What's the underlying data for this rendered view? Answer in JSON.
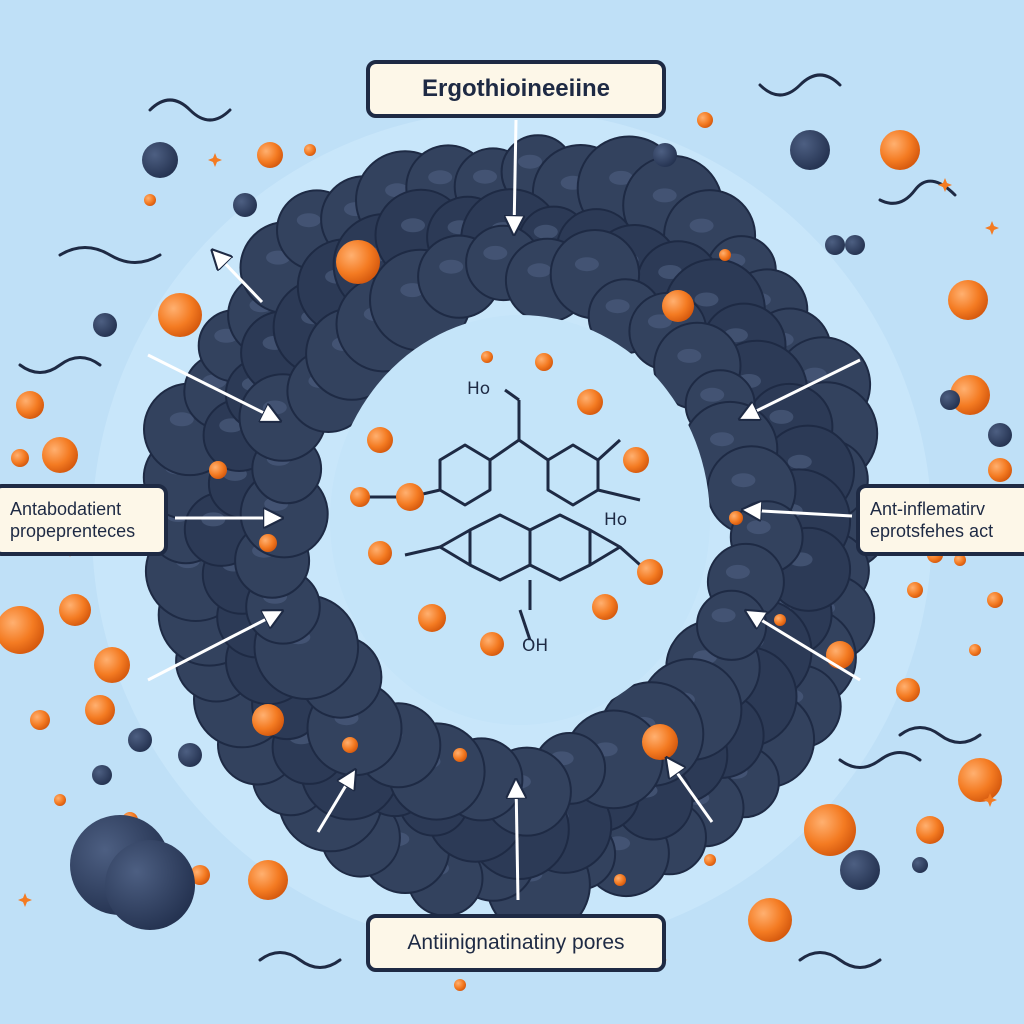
{
  "labels": {
    "top": "Ergothioineeiine",
    "left_line1": "Antabodatient",
    "left_line2": "propeprenteces",
    "right_line1": "Ant-inflematirv",
    "right_line2": "eprotsfehes act",
    "bottom": "Antiinignatinatiny pores"
  },
  "molecule": {
    "label_ho_top": "Ho",
    "label_ho_right": "Ho",
    "label_oh_bottom": "OH"
  },
  "colors": {
    "background": "#bfe0f7",
    "blob": "#33425e",
    "blob_dark": "#1e2a44",
    "accent_orange": "#f47b22",
    "label_fill": "#fdf7e8"
  }
}
